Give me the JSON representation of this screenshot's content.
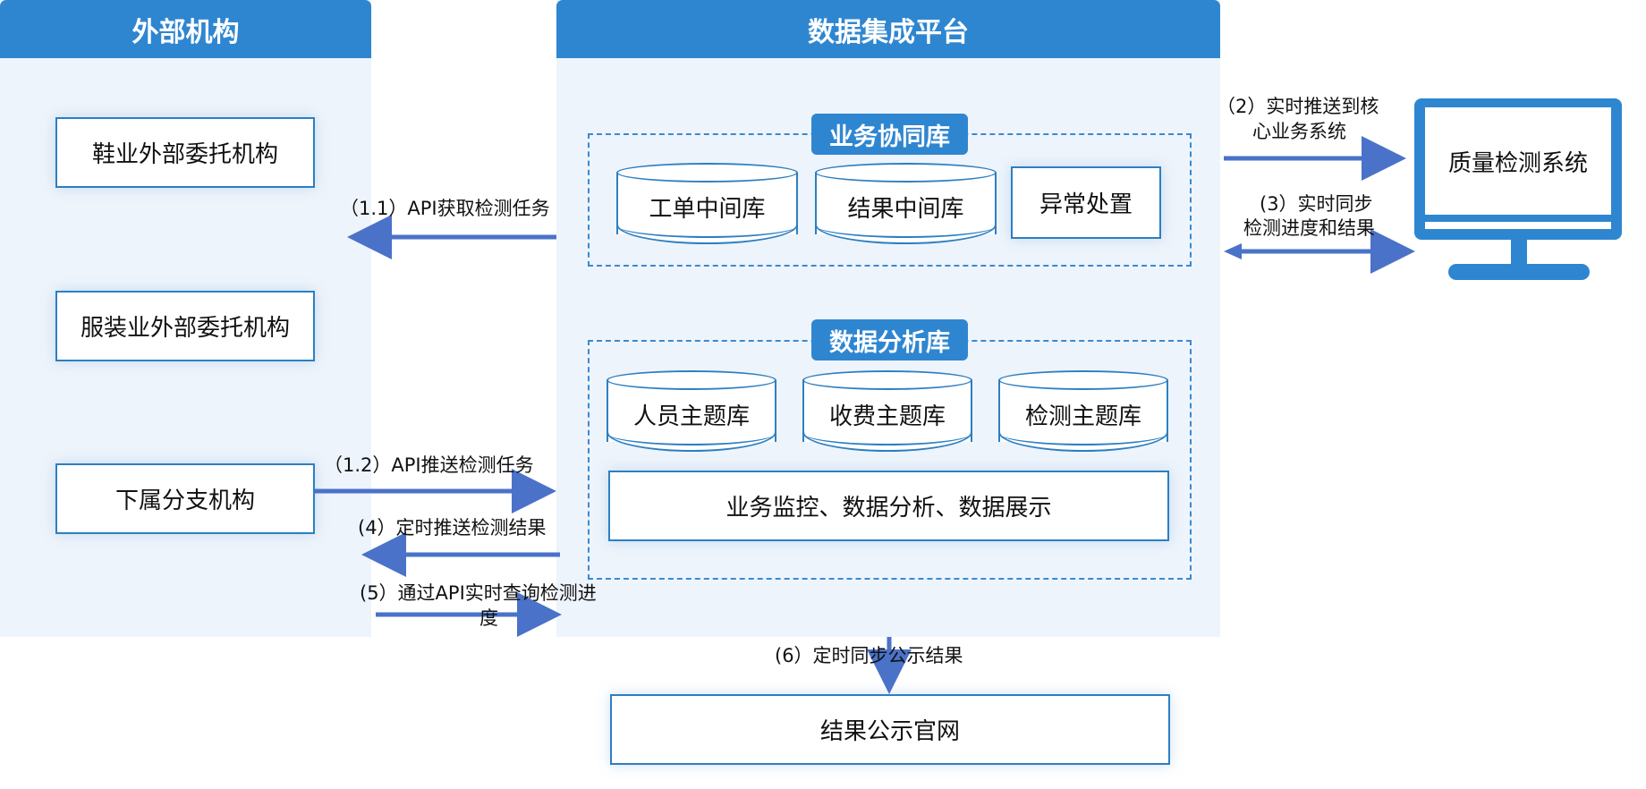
{
  "panels": {
    "external": {
      "title": "外部机构"
    },
    "platform": {
      "title": "数据集成平台"
    }
  },
  "external_orgs": [
    {
      "label": "鞋业外部委托机构"
    },
    {
      "label": "服装业外部委托机构"
    },
    {
      "label": "下属分支机构"
    }
  ],
  "collab": {
    "title": "业务协同库",
    "stores": [
      {
        "label": "工单中间库"
      },
      {
        "label": "结果中间库"
      }
    ],
    "exception": "异常处置"
  },
  "analysis": {
    "title": "数据分析库",
    "stores": [
      {
        "label": "人员主题库"
      },
      {
        "label": "收费主题库"
      },
      {
        "label": "检测主题库"
      }
    ],
    "functions": "业务监控、数据分析、数据展示"
  },
  "quality_system": {
    "label": "质量检测系统"
  },
  "public_site": {
    "label": "结果公示官网"
  },
  "edges": {
    "e1_1": "（1.1）API获取检测任务",
    "e1_2": "（1.2）API推送检测任务",
    "e4": "(4）定时推送检测结果",
    "e5_line1": "(5）通过API实时查询检测进",
    "e5_line2": "度",
    "e2_line1": "（2）实时推送到核",
    "e2_line2": "心业务系统",
    "e3_line1": "(3）实时同步",
    "e3_line2": "检测进度和结果",
    "e6": "(6）定时同步公示结果"
  },
  "colors": {
    "header": "#2f86d0",
    "panel_bg": "#eef4fb",
    "border": "#2c7fc2",
    "arrow": "#4a72c9"
  }
}
